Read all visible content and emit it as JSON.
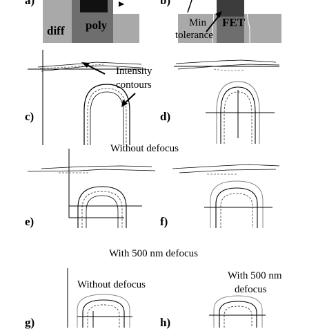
{
  "panels": {
    "a_partial": "a)",
    "b_partial": "b)",
    "c": "c)",
    "d": "d)",
    "e": "e)",
    "f": "f)",
    "g": "g)",
    "h": "h)"
  },
  "top_left": {
    "diff": "diff",
    "poly": "poly"
  },
  "top_right": {
    "fet": "FET",
    "min_tol_line1": "Min",
    "min_tol_line2": "tolerance"
  },
  "intensity_line1": "Intensity",
  "intensity_line2": "contours",
  "caption_without_defocus": "Without defocus",
  "caption_with_defocus": "With 500 nm defocus",
  "g_label": "Without defocus",
  "h_label_line1": "With 500 nm",
  "h_label_line2": "defocus",
  "colors": {
    "diff_gray": "#a9a9a9",
    "poly_gray": "#6e6e6e",
    "fet_dark": "#3c3c3c",
    "gate_black": "#111111"
  }
}
